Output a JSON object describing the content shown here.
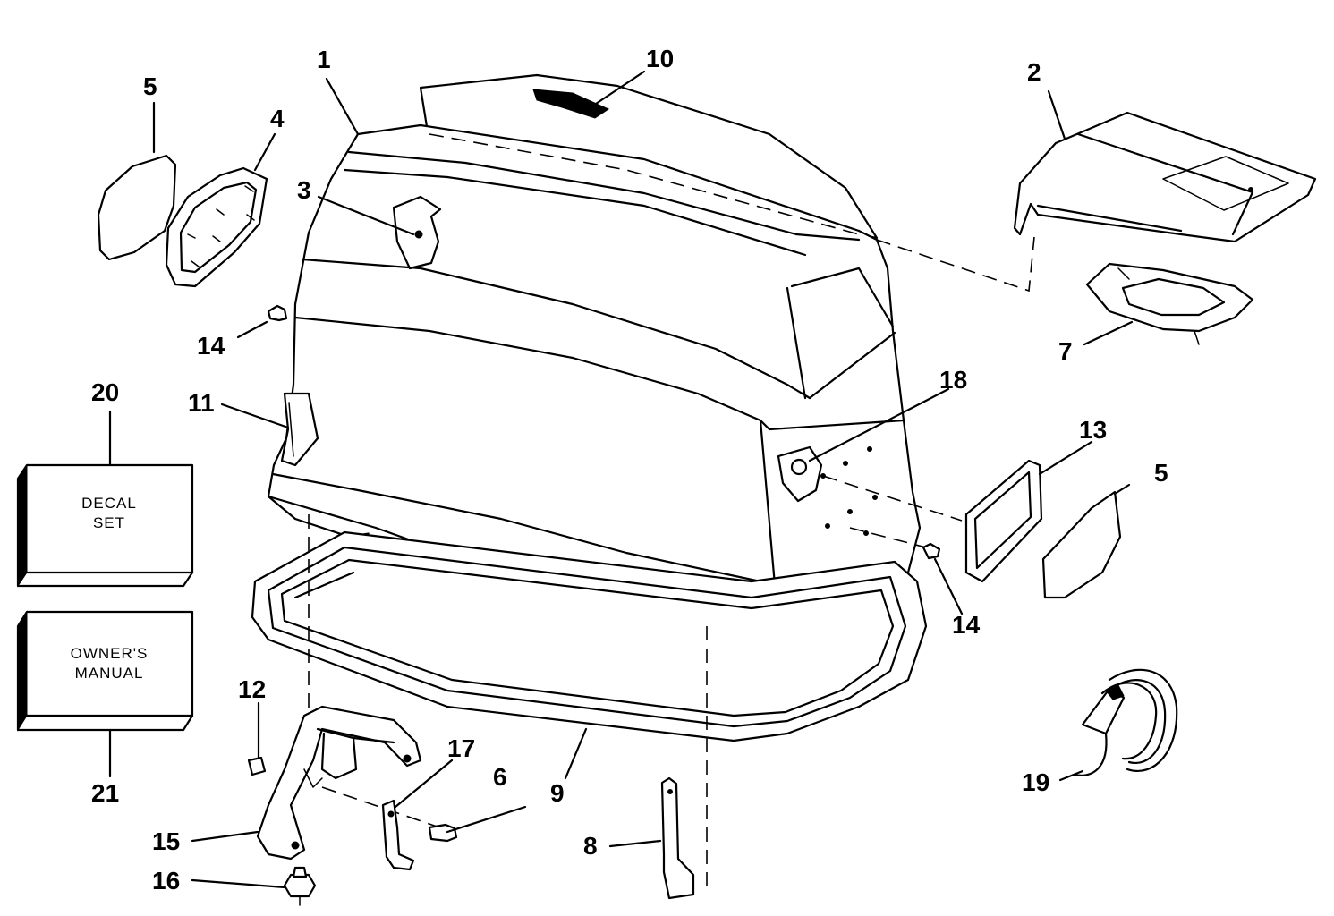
{
  "callouts": {
    "c1": "1",
    "c2": "2",
    "c3": "3",
    "c4": "4",
    "c5a": "5",
    "c5b": "5",
    "c6": "6",
    "c7": "7",
    "c8": "8",
    "c9": "9",
    "c10": "10",
    "c11": "11",
    "c12": "12",
    "c13": "13",
    "c14a": "14",
    "c14b": "14",
    "c15": "15",
    "c16": "16",
    "c17": "17",
    "c18": "18",
    "c19": "19",
    "c20": "20",
    "c21": "21"
  },
  "boxes": {
    "decal_line1": "DECAL",
    "decal_line2": "SET",
    "manual_line1": "OWNER'S",
    "manual_line2": "MANUAL"
  }
}
